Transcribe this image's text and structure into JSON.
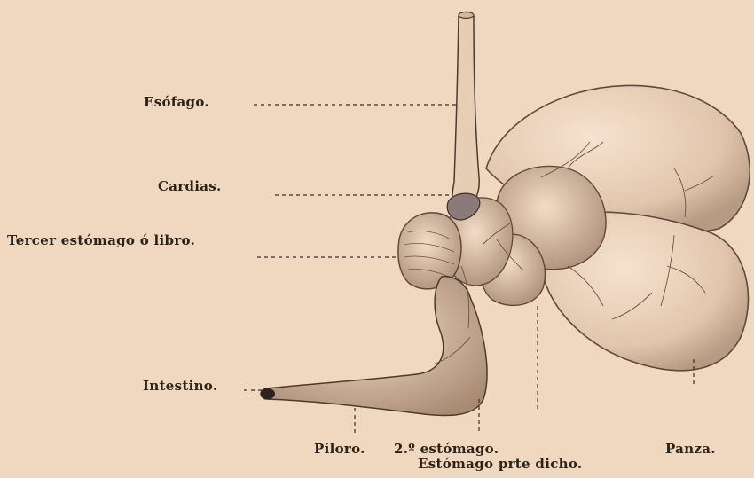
{
  "labels": {
    "esofago": "Esófago.",
    "cardias": "Cardias.",
    "tercer_estomago": "Tercer estómago ó libro.",
    "intestino": "Intestino.",
    "piloro": "Píloro.",
    "segundo_estomago": "2.º estómago.",
    "estomago_propiamente_dicho": "Estómago prte dicho.",
    "panza": "Panza."
  },
  "colors": {
    "background": "#f0d7bf",
    "organ_fill": "#e9cfb7",
    "ink": "#2a2218"
  }
}
